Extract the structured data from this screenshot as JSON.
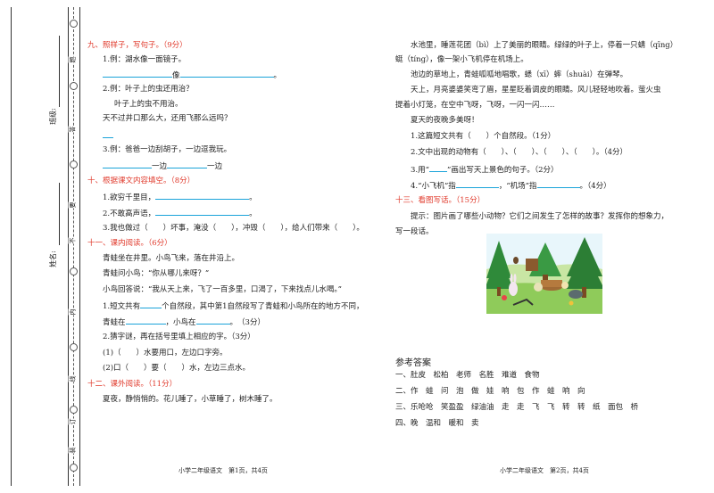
{
  "binding": {
    "class_label": "班级:",
    "name_label": "姓名:",
    "ticks": [
      "题",
      "答",
      "要",
      "不",
      "内",
      "线",
      "订",
      "装"
    ]
  },
  "left": {
    "s9_title": "九、照样子，写句子。（9分）",
    "s9_q1": "1.例：湖水像一面镜子。",
    "s9_q1_like": "像",
    "s9_q2": "2.例：叶子上的虫还用治？",
    "s9_q2_ans": "叶子上的虫不用治。",
    "s9_q2_b": "天不过井口那么大，还用飞那么远吗？",
    "s9_q3": "3.例：爸爸一边刮胡子，一边逗我玩。",
    "s9_q3_a": "一边",
    "s9_q3_b": "一边",
    "s10_title": "十、根据课文内容填空。（8分）",
    "s10_q1": "1.欲穷千里目，",
    "s10_q2": "2.不敢高声语，",
    "s10_q3": "3.我也做过（　　）坏事，淹没（　　），冲毁（　　），给人们带来（　　）。",
    "s11_title": "十一、课内阅读。（6分）",
    "s11_p1": "青蛙坐在井里。小鸟飞来，落在井沿上。",
    "s11_p2": "青蛙问小鸟：“你从哪儿来呀？”",
    "s11_p3": "小鸟回答说：“我从天上来，飞了一百多里，口渴了，下来找点儿水喝。”",
    "s11_q1a": "1.短文共有",
    "s11_q1b": "个自然段，其中第1自然段写了青蛙和小鸟所在的地方不同，",
    "s11_q1c": "青蛙在",
    "s11_q1d": "，小鸟在",
    "s11_q1e": "。　（3分）",
    "s11_q2": "2.猜字谜，再在括号里填上相应的字。（3分）",
    "s11_q2a": "(1)（　　）水要用口，左边口字旁。",
    "s11_q2b": "(2)口（　　）要（　　）水，左边三点水。",
    "s12_title": "十二、课外阅读。（11分）",
    "s12_p1": "夏夜，静悄悄的。花儿睡了，小草睡了，树木睡了。",
    "footer": "小学二年级语文　第1页，共4页"
  },
  "right": {
    "p1a": "水池里，睡莲花团（bì）上了美丽的眼睛。绿绿的叶子上，停着一只蜻（qīng）",
    "p1b": "蜓（tíng），像一架小飞机停在机场上。",
    "p2": "池边的草地上，青蛙呱呱地唱歌，蟋（xī）蟀（shuài）在弹琴。",
    "p3a": "天上，月亮婆婆笑弯了眉，星星眨着调皮的眼睛。风儿轻轻地吹着。萤火虫",
    "p3b": "提着小灯笼，在空中飞呀，飞呀，一闪一闪……",
    "p4": "夏天的夜晚多美呀！",
    "q1": "1.这篇短文共有（　　）个自然段。（1分）",
    "q2": "2.文中出现的动物有（　　）、（　　）、（　　）、（　　）。（4分）",
    "q3a": "3.用“",
    "q3b": "”画出写天上景色的句子。（2分）",
    "q4a": "4.“小飞机”指",
    "q4b": "，“机场”指",
    "q4c": "。（4分）",
    "s13_title": "十三、看图写话。（15分）",
    "s13_p1": "提示：图片画了哪些小动物？它们之间发生了怎样的故事？发挥你的想象力，",
    "s13_p2": "写一段话。",
    "answers_title": "参考答案",
    "ans1": "一、肚皮　松柏　老师　名胜　难道　食物",
    "ans2": "二、作　蛙　问　泡　做　娃　响　包　作　蛙　响　向",
    "ans3": "三、乐呛呛　笑盈盈　绿油油　走　走　飞　飞　转　转　纸　面包　桥",
    "ans4": "四、晚　温和　暖和　卖",
    "footer": "小学二年级语文　第2页，共4页"
  },
  "colors": {
    "heading": "#e0392b",
    "blank": "#1aa3d9"
  }
}
